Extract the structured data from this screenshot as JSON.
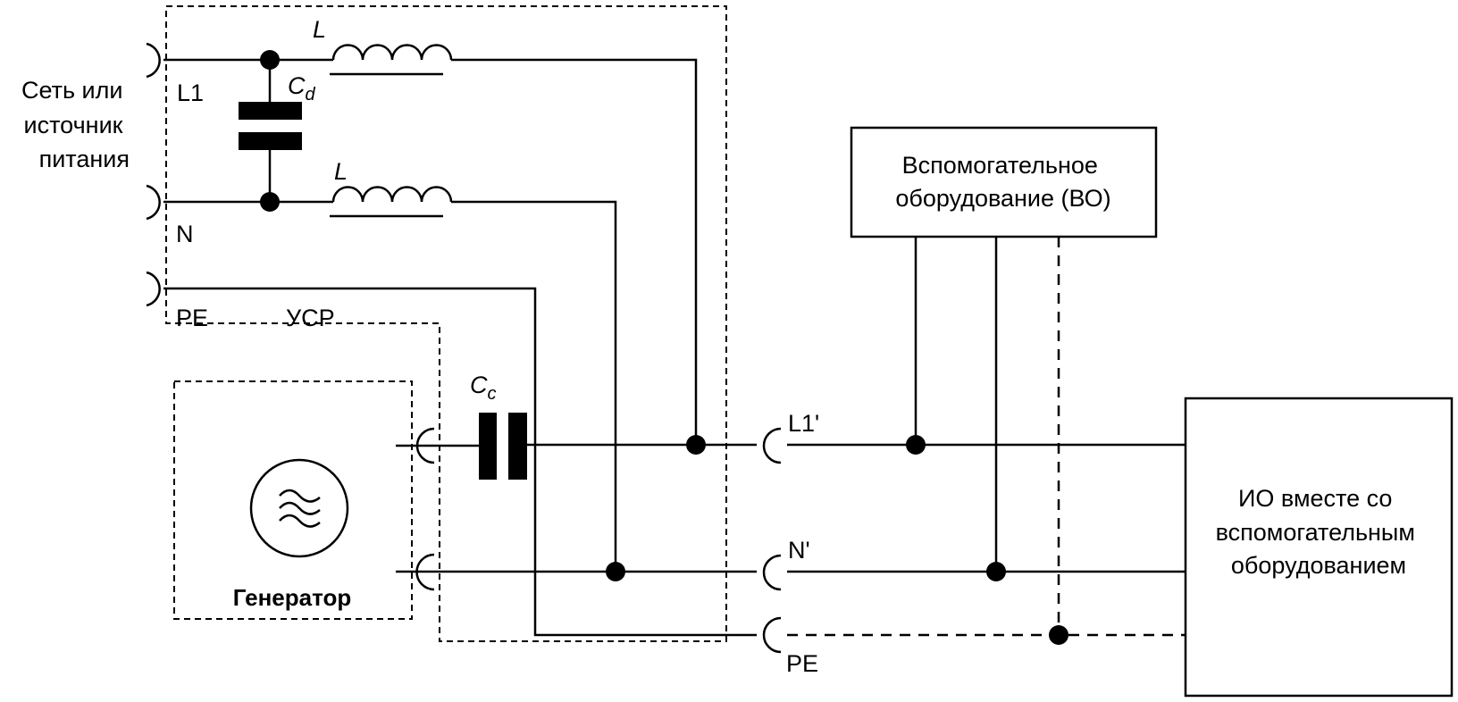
{
  "title": "Схема испытаний: УСР, генератор, вспомогательное оборудование и ИО",
  "source": {
    "label_lines": [
      "Сеть или",
      "источник",
      "питания"
    ]
  },
  "cdn": {
    "name": "УСР",
    "terminals_in": [
      "L1",
      "N",
      "PE"
    ],
    "inductor_label": "L",
    "decoupling_capacitor": {
      "main": "C",
      "sub": "d"
    },
    "coupling_capacitor": {
      "main": "C",
      "sub": "c"
    },
    "terminals_out": [
      "L1'",
      "N'",
      "PE"
    ]
  },
  "generator": {
    "label": "Генератор",
    "symbol": "ac-source-icon"
  },
  "ae": {
    "label_lines": [
      "Вспомогательное",
      "оборудование (ВО)"
    ]
  },
  "eut": {
    "label_lines": [
      "ИО вместе со",
      "вспомогательным",
      "оборудованием"
    ]
  },
  "colors": {
    "line": "#000000",
    "background": "#ffffff"
  }
}
